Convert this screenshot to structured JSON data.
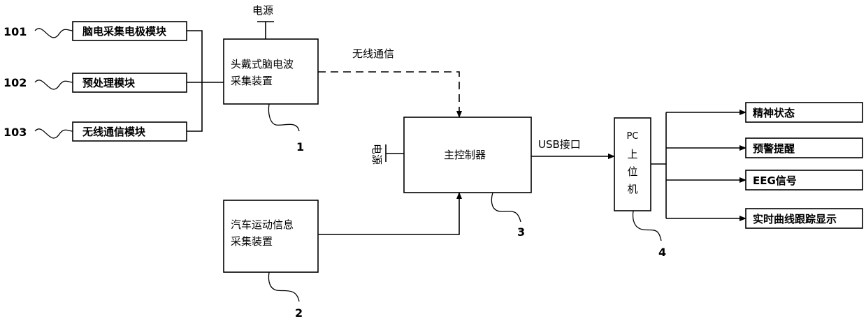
{
  "modules": {
    "eeg_electrode": {
      "id": "101",
      "label": "脑电采集电极模块"
    },
    "preprocess": {
      "id": "102",
      "label": "预处理模块"
    },
    "wireless_module": {
      "id": "103",
      "label": "无线通信模块"
    }
  },
  "headset": {
    "line1": "头戴式脑电波",
    "line2": "采集装置",
    "number": "1",
    "power": "电源"
  },
  "vehicle": {
    "line1": "汽车运动信息",
    "line2": "采集装置",
    "number": "2"
  },
  "controller": {
    "label": "主控制器",
    "number": "3",
    "power": "电源"
  },
  "pc": {
    "chars": [
      "PC",
      "上",
      "位",
      "机"
    ],
    "number": "4"
  },
  "links": {
    "wireless": "无线通信",
    "usb": "USB接口"
  },
  "outputs": [
    "精神状态",
    "预警提醒",
    "EEG信号",
    "实时曲线跟踪显示"
  ]
}
